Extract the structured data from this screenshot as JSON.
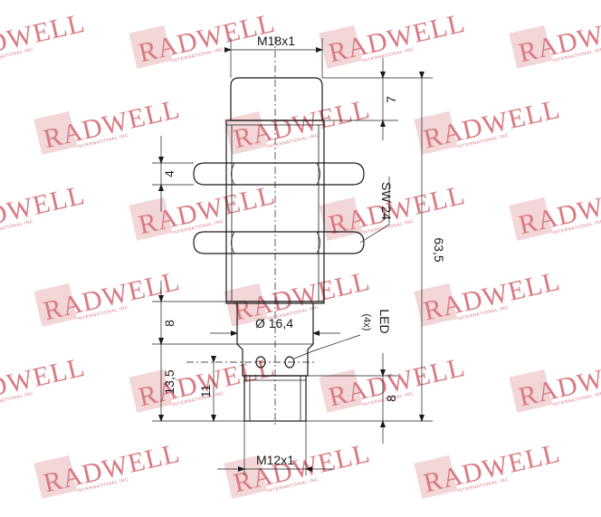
{
  "watermark": {
    "brand": "RADWELL",
    "subtitle": "INTERNATIONAL INC"
  },
  "dimensions": {
    "top_thread": "M18x1",
    "top_cap_height": "7",
    "nut_thickness": "4",
    "wrench_size": "SW 24",
    "overall_length": "63,5",
    "body_diameter": "Ø 16,4",
    "body_step": "8",
    "led_label": "LED",
    "led_count": "(4x)",
    "connector_overall": "13,5",
    "connector_length": "11",
    "connector_thread_length": "8",
    "bottom_thread": "M12x1"
  },
  "colors": {
    "watermark": "#d97a82",
    "watermark_block": "#f3d6d8",
    "line": "#1a1a1a"
  }
}
